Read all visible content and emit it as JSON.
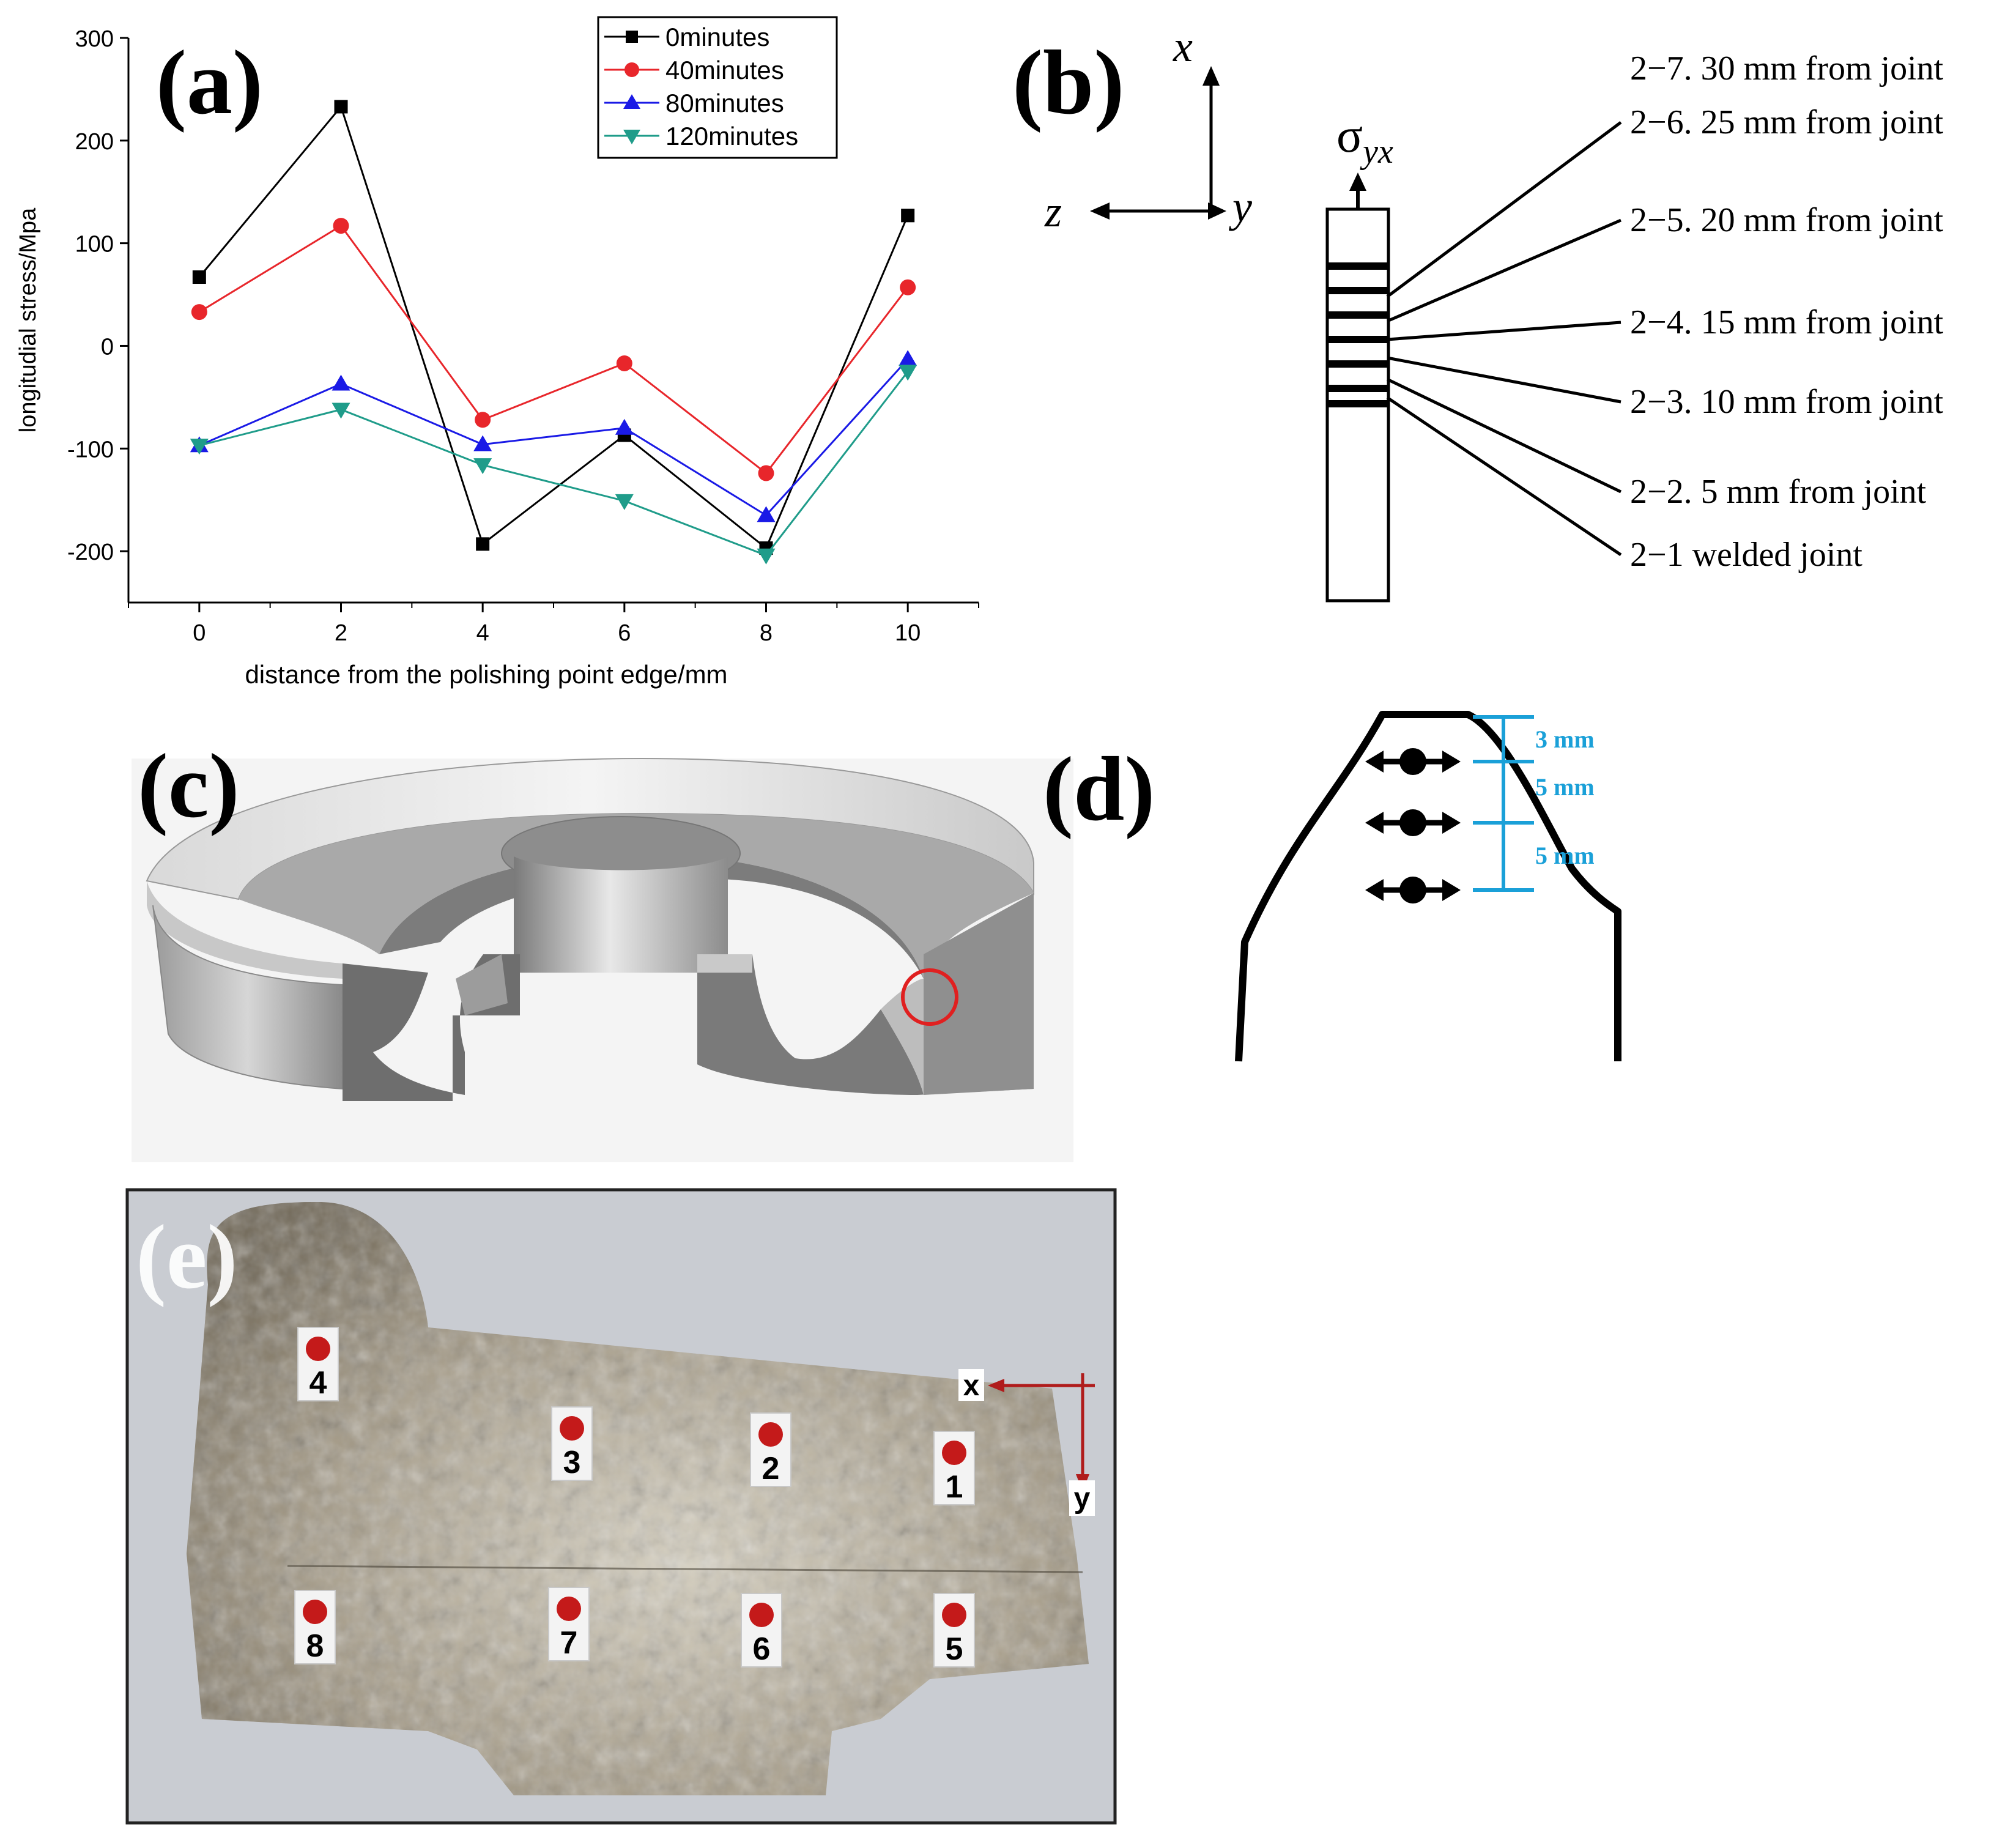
{
  "panels": {
    "a": {
      "label": "(a)"
    },
    "b": {
      "label": "(b)"
    },
    "c": {
      "label": "(c)"
    },
    "d": {
      "label": "(d)"
    },
    "e": {
      "label": "(e)"
    }
  },
  "chart_data": {
    "type": "line",
    "xlabel": "distance from the polishing point edge/mm",
    "ylabel": "longitudial stress/Mpa",
    "x": [
      0,
      2,
      4,
      6,
      8,
      10
    ],
    "xlim": [
      -1,
      11
    ],
    "ylim": [
      -250,
      300
    ],
    "xticks": [
      0,
      2,
      4,
      6,
      8,
      10
    ],
    "yticks": [
      -200,
      -100,
      0,
      100,
      200,
      300
    ],
    "grid": false,
    "legend_position": "top-right",
    "series": [
      {
        "name": "0minutes",
        "marker": "square",
        "color": "#000000",
        "values": [
          67,
          233,
          -193,
          -87,
          -197,
          127
        ]
      },
      {
        "name": "40minutes",
        "marker": "circle",
        "color": "#e8262b",
        "values": [
          33,
          117,
          -72,
          -17,
          -124,
          57
        ]
      },
      {
        "name": "80minutes",
        "marker": "triangle-up",
        "color": "#1a1ae6",
        "values": [
          -97,
          -37,
          -96,
          -80,
          -165,
          -13
        ]
      },
      {
        "name": "120minutes",
        "marker": "triangle-down",
        "color": "#1f9c8a",
        "values": [
          -97,
          -62,
          -116,
          -151,
          -204,
          -25
        ]
      }
    ]
  },
  "diagram_b": {
    "axis_x": "x",
    "axis_y": "y",
    "axis_z": "z",
    "sigma_main": "σ",
    "sigma_sub": "yx",
    "points": [
      "2−7. 30 mm from joint",
      "2−6. 25 mm from joint",
      "2−5. 20 mm from joint",
      "2−4. 15 mm from joint",
      "2−3. 10 mm from joint",
      "2−2. 5 mm from joint",
      "2−1 welded joint"
    ]
  },
  "diagram_d": {
    "dims": [
      "3 mm",
      "5 mm",
      "5 mm"
    ],
    "accent_color": "#1aa0d8"
  },
  "photo_e": {
    "axis_x": "x",
    "axis_y": "y",
    "marker_color": "#c41a1a",
    "points": [
      "1",
      "2",
      "3",
      "4",
      "5",
      "6",
      "7",
      "8"
    ]
  }
}
